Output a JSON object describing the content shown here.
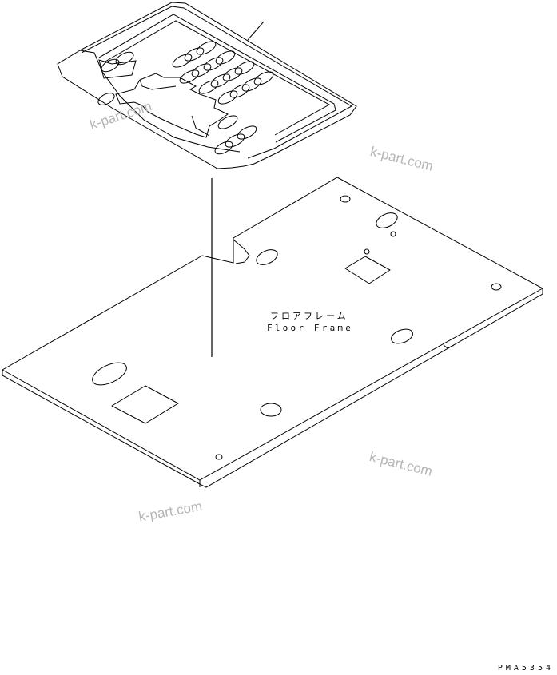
{
  "diagram": {
    "type": "exploded-parts-illustration",
    "parts": [
      {
        "id": "floor-mat",
        "label_visible": false,
        "leader_line": true
      },
      {
        "id": "floor-frame",
        "label_jp": "フロアフレーム",
        "label_en": "Floor Frame"
      }
    ],
    "watermarks": [
      "k-part.com",
      "k-part.com",
      "k-part.com",
      "k-part.com"
    ],
    "drawing_code": "PMA5354",
    "colors": {
      "line": "#000000",
      "watermark": "#b5b5b5",
      "background": "#ffffff"
    }
  }
}
